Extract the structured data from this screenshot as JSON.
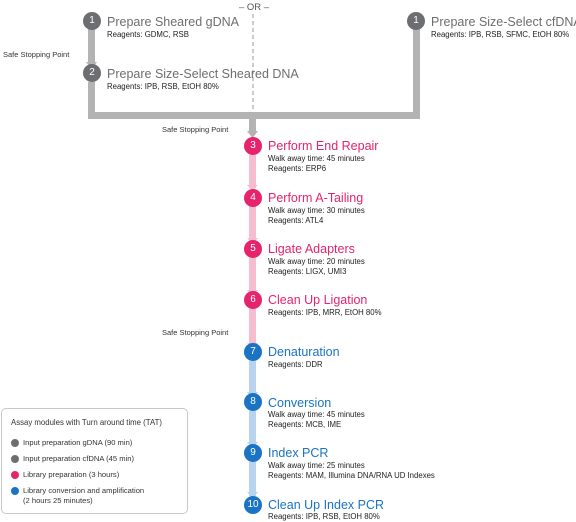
{
  "or_label": "– OR –",
  "safe_stopping_label": "Safe Stopping Point",
  "steps": [
    {
      "num": "1",
      "title": "Prepare Sheared gDNA",
      "reagents": "Reagents: GDMC, RSB",
      "color": "#6d6e71"
    },
    {
      "num": "2",
      "title": "Prepare Size-Select Sheared DNA",
      "reagents": "Reagents: IPB, RSB, EtOH 80%",
      "color": "#6d6e71"
    },
    {
      "num": "1",
      "title": "Prepare Size-Select cfDNA",
      "reagents": "Reagents: IPB, RSB, SFMC, EtOH 80%",
      "color": "#6d6e71"
    },
    {
      "num": "3",
      "title": "Perform End Repair",
      "walk": "Walk away time: 45 minutes",
      "reagents": "Reagents: ERP6",
      "color": "#e5246d"
    },
    {
      "num": "4",
      "title": "Perform A-Tailing",
      "walk": "Walk away time: 30 minutes",
      "reagents": "Reagents: ATL4",
      "color": "#e5246d"
    },
    {
      "num": "5",
      "title": "Ligate Adapters",
      "walk": "Walk away time: 20 minutes",
      "reagents": "Reagents: LIGX, UMI3",
      "color": "#e5246d"
    },
    {
      "num": "6",
      "title": "Clean Up Ligation",
      "reagents": "Reagents: IPB, MRR, EtOH 80%",
      "color": "#e5246d"
    },
    {
      "num": "7",
      "title": "Denaturation",
      "reagents": "Reagents: DDR",
      "color": "#1a73c4"
    },
    {
      "num": "8",
      "title": "Conversion",
      "walk": "Walk away time: 45 minutes",
      "reagents": "Reagents: MCB, IME",
      "color": "#1a73c4"
    },
    {
      "num": "9",
      "title": "Index PCR",
      "walk": "Walk away time: 25 minutes",
      "reagents": "Reagents: MAM, Illumina DNA/RNA UD Indexes",
      "color": "#1a73c4"
    },
    {
      "num": "10",
      "title": "Clean Up Index PCR",
      "reagents": "Reagents: IPB, RSB, EtOH 80%",
      "color": "#1a73c4"
    }
  ],
  "legend": {
    "title": "Assay modules with Turn around time (TAT)",
    "items": [
      {
        "label": "Input preparation gDNA (90 min)",
        "color": "#6d6e71"
      },
      {
        "label": "Input preparation cfDNA (45 min)",
        "color": "#6d6e71"
      },
      {
        "label": "Library preparation (3 hours)",
        "color": "#e5246d"
      },
      {
        "label": "Library conversion and amplification",
        "label2": "(2 hours 25 minutes)",
        "color": "#1a73c4"
      }
    ]
  },
  "colors": {
    "input_prep": "#6d6e71",
    "input_line": "#b3b3b3",
    "library_prep": "#e5246d",
    "library_line": "#f6bdd0",
    "conversion": "#1a73c4",
    "conversion_line": "#b8d3ee"
  }
}
